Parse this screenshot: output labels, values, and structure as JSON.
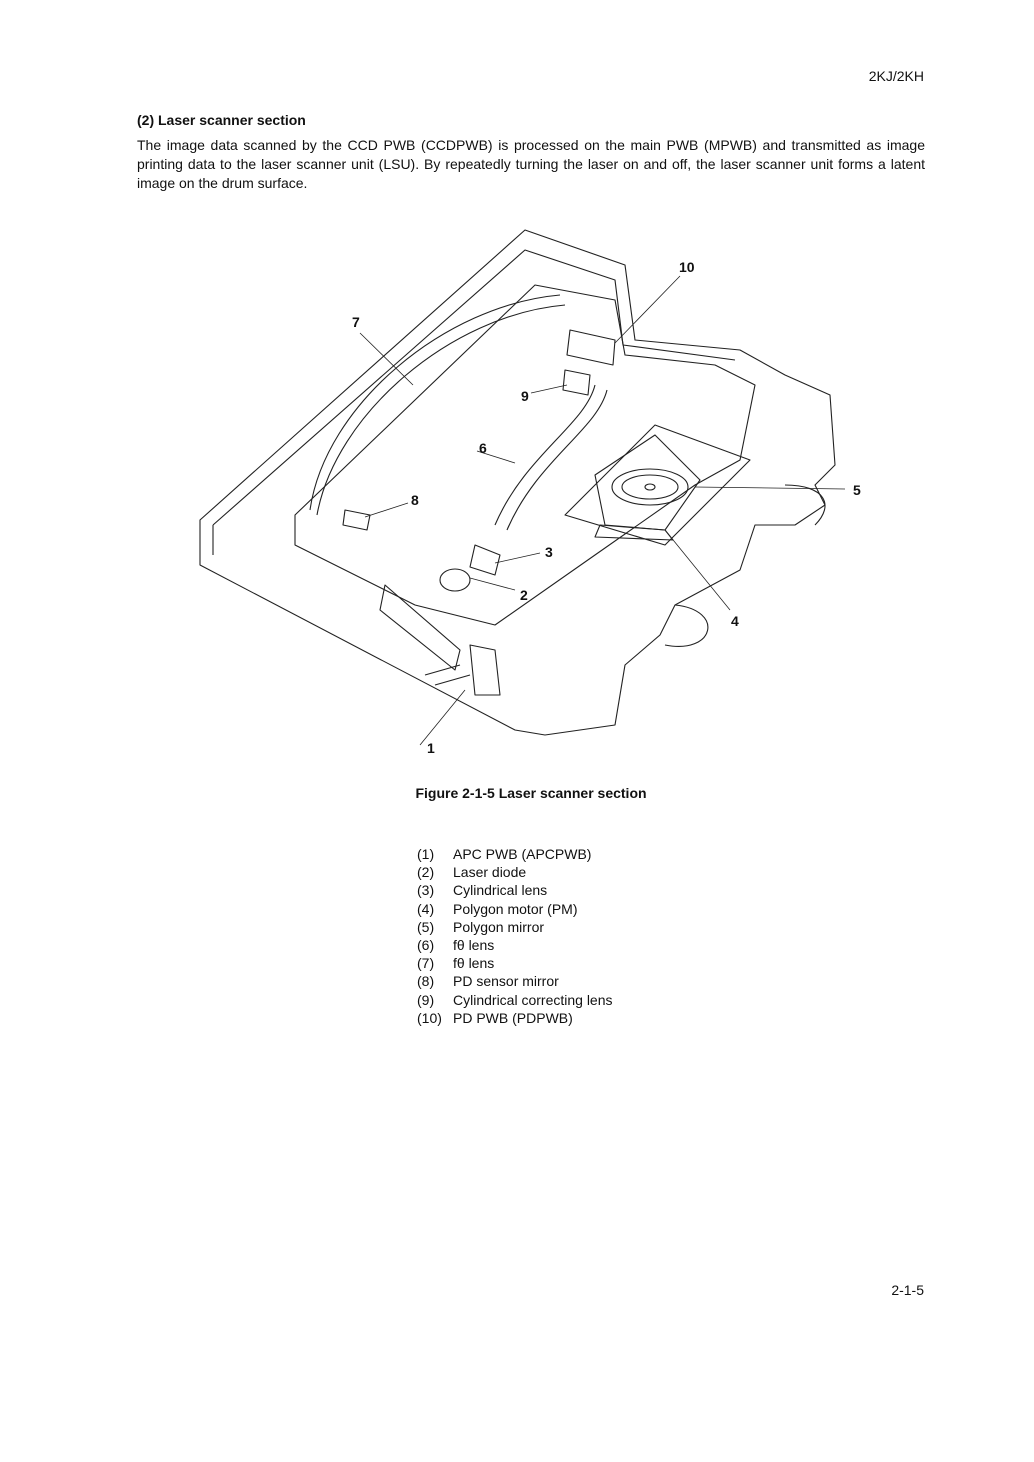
{
  "header": {
    "doc_code": "2KJ/2KH"
  },
  "section": {
    "title": "(2) Laser scanner section",
    "intro": "The image data scanned by the CCD PWB (CCDPWB) is processed on the main PWB (MPWB) and transmitted as image printing data to the laser scanner unit (LSU). By repeatedly turning the laser on and off, the laser scanner unit forms a latent image on the drum surface."
  },
  "figure": {
    "callouts": [
      "1",
      "2",
      "3",
      "4",
      "5",
      "6",
      "7",
      "8",
      "9",
      "10"
    ],
    "caption": "Figure 2-1-5 Laser scanner section"
  },
  "parts_list": [
    {
      "num": "(1)",
      "name": "APC PWB (APCPWB)"
    },
    {
      "num": "(2)",
      "name": "Laser diode"
    },
    {
      "num": "(3)",
      "name": "Cylindrical lens"
    },
    {
      "num": "(4)",
      "name": "Polygon motor (PM)"
    },
    {
      "num": "(5)",
      "name": "Polygon mirror"
    },
    {
      "num": "(6)",
      "name": "fθ lens"
    },
    {
      "num": "(7)",
      "name": "fθ lens"
    },
    {
      "num": "(8)",
      "name": "PD sensor mirror"
    },
    {
      "num": "(9)",
      "name": "Cylindrical correcting lens"
    },
    {
      "num": "(10)",
      "name": "PD PWB (PDPWB)"
    }
  ],
  "footer": {
    "page_number": "2-1-5"
  }
}
